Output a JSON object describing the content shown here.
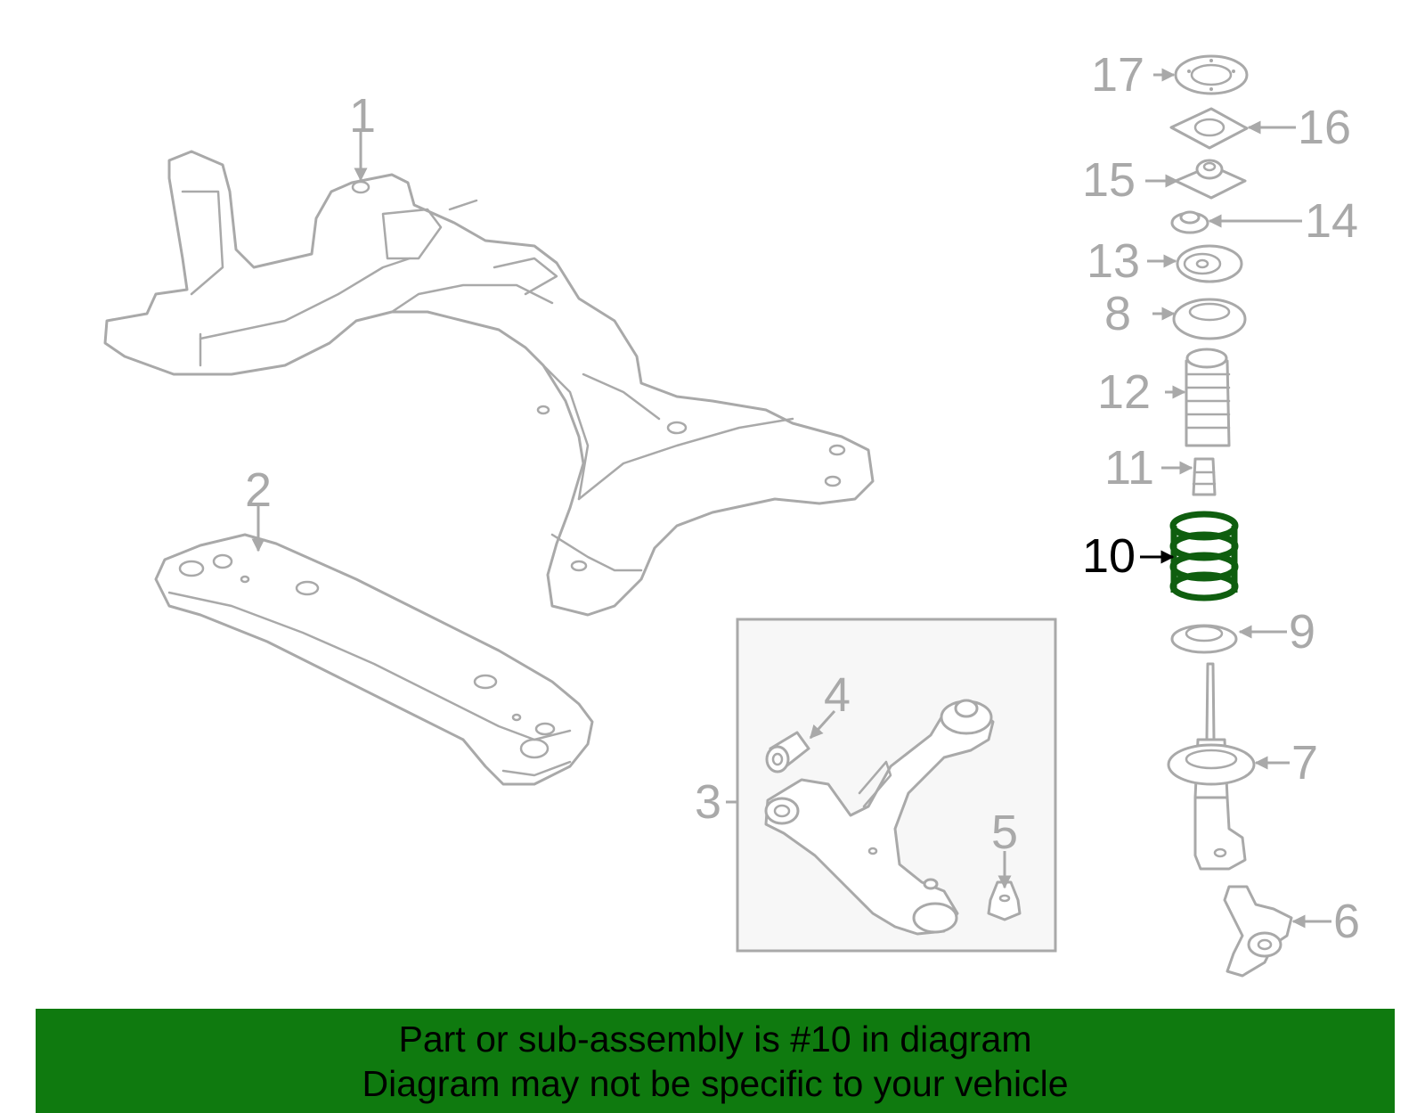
{
  "diagram": {
    "callouts": [
      {
        "id": "1",
        "label": "1"
      },
      {
        "id": "2",
        "label": "2"
      },
      {
        "id": "3",
        "label": "3"
      },
      {
        "id": "4",
        "label": "4"
      },
      {
        "id": "5",
        "label": "5"
      },
      {
        "id": "6",
        "label": "6"
      },
      {
        "id": "7",
        "label": "7"
      },
      {
        "id": "8",
        "label": "8"
      },
      {
        "id": "9",
        "label": "9"
      },
      {
        "id": "10",
        "label": "10",
        "highlighted": true
      },
      {
        "id": "11",
        "label": "11"
      },
      {
        "id": "12",
        "label": "12"
      },
      {
        "id": "13",
        "label": "13"
      },
      {
        "id": "14",
        "label": "14"
      },
      {
        "id": "15",
        "label": "15"
      },
      {
        "id": "16",
        "label": "16"
      },
      {
        "id": "17",
        "label": "17"
      }
    ],
    "colors": {
      "part_lines": "#a9a9a9",
      "highlight": "#0f5e0f",
      "banner": "#0f7a0f"
    }
  },
  "banner": {
    "line1": "Part or sub-assembly is #10 in diagram",
    "line2": "Diagram may not be specific to your vehicle"
  }
}
